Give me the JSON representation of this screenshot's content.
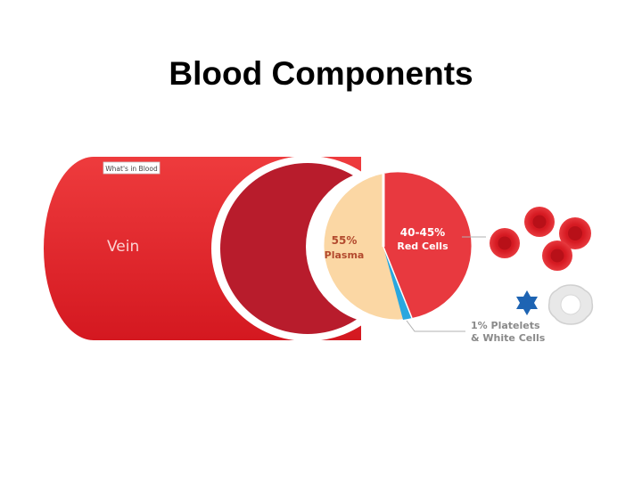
{
  "slide": {
    "title": "Blood Components"
  },
  "diagram": {
    "tag_label": "What's in Blood",
    "vein_label": "Vein",
    "plasma": {
      "percent": "55%",
      "name": "Plasma"
    },
    "red_cells": {
      "percent": "40-45%",
      "name": "Red Cells"
    },
    "platelets_white": {
      "line1": "1% Platelets",
      "line2": "& White Cells"
    },
    "colors": {
      "vein": "#e41f26",
      "vein_inner": "#b71c2b",
      "plasma": "#fbd7a4",
      "red_cells": "#e8393f",
      "platelets": "#29a7df",
      "platelet_icon": "#1e64b3",
      "white_cell": "#e6e6e6"
    }
  }
}
